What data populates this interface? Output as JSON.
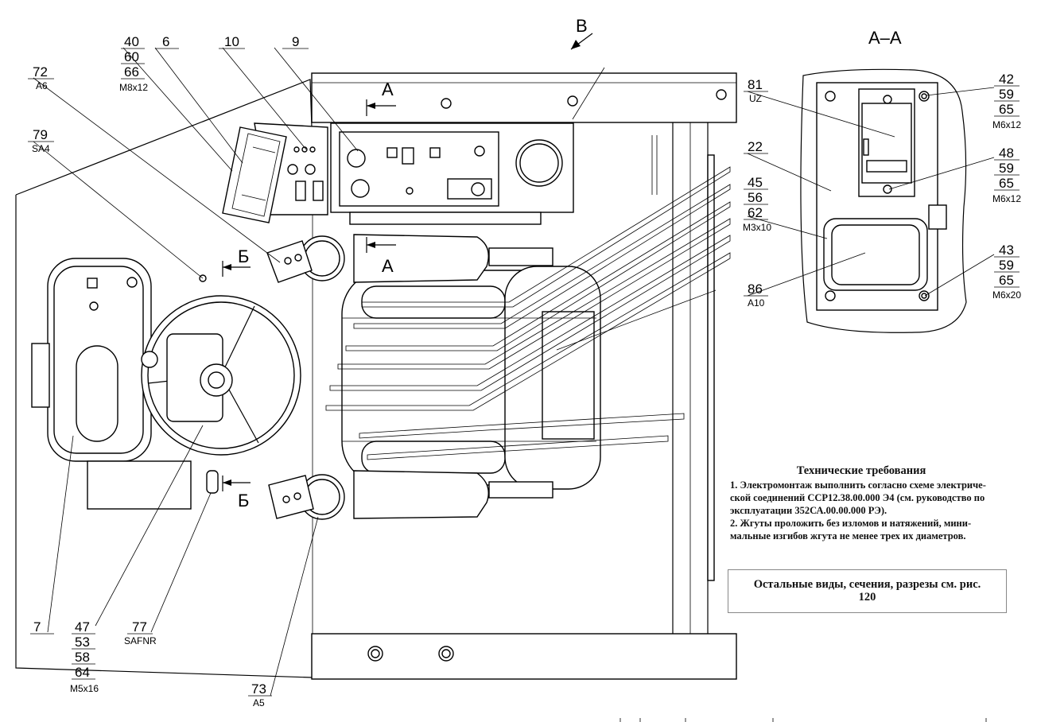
{
  "view_labels": {
    "view_b": "В",
    "section_aa": "А–А",
    "cut_a_top": "А",
    "cut_a_bottom": "А",
    "cut_b_top": "Б",
    "cut_b_bottom": "Б"
  },
  "callouts": {
    "c40": [
      "40",
      "60",
      "66"
    ],
    "c40_sub": "M8x12",
    "c6": "6",
    "c10": "10",
    "c9": "9",
    "c72": "72",
    "c72_sub": "A6",
    "c79": "79",
    "c79_sub": "SA4",
    "c81": "81",
    "c81_sub": "UZ",
    "c22": "22",
    "c45": [
      "45",
      "56",
      "62"
    ],
    "c45_sub": "M3x10",
    "c86": "86",
    "c86_sub": "A10",
    "c42": [
      "42",
      "59",
      "65"
    ],
    "c42_sub": "M6x12",
    "c48": [
      "48",
      "59",
      "65"
    ],
    "c48_sub": "M6x12",
    "c43": [
      "43",
      "59",
      "65"
    ],
    "c43_sub": "M6x20",
    "c7": "7",
    "c47": [
      "47",
      "53",
      "58",
      "64"
    ],
    "c47_sub": "M5x16",
    "c77": "77",
    "c77_sub": "SAFNR",
    "c73": "73",
    "c73_sub": "A5"
  },
  "notes": {
    "title": "Технические требования",
    "line1": "1. Электромонтаж выполнить согласно схеме электриче-",
    "line2": "ской соединений ССР12.38.00.000 Э4 (см. руководство по",
    "line3": "эксплуатации 352СА.00.00.000 РЭ).",
    "line4": "2. Жгуты проложить без изломов и натяжений, мини-",
    "line5": "мальные изгибов жгута не менее трех их диаметров."
  },
  "reference": {
    "line1": "Остальные виды, сечения, разрезы см. рис.",
    "line2": "120"
  }
}
